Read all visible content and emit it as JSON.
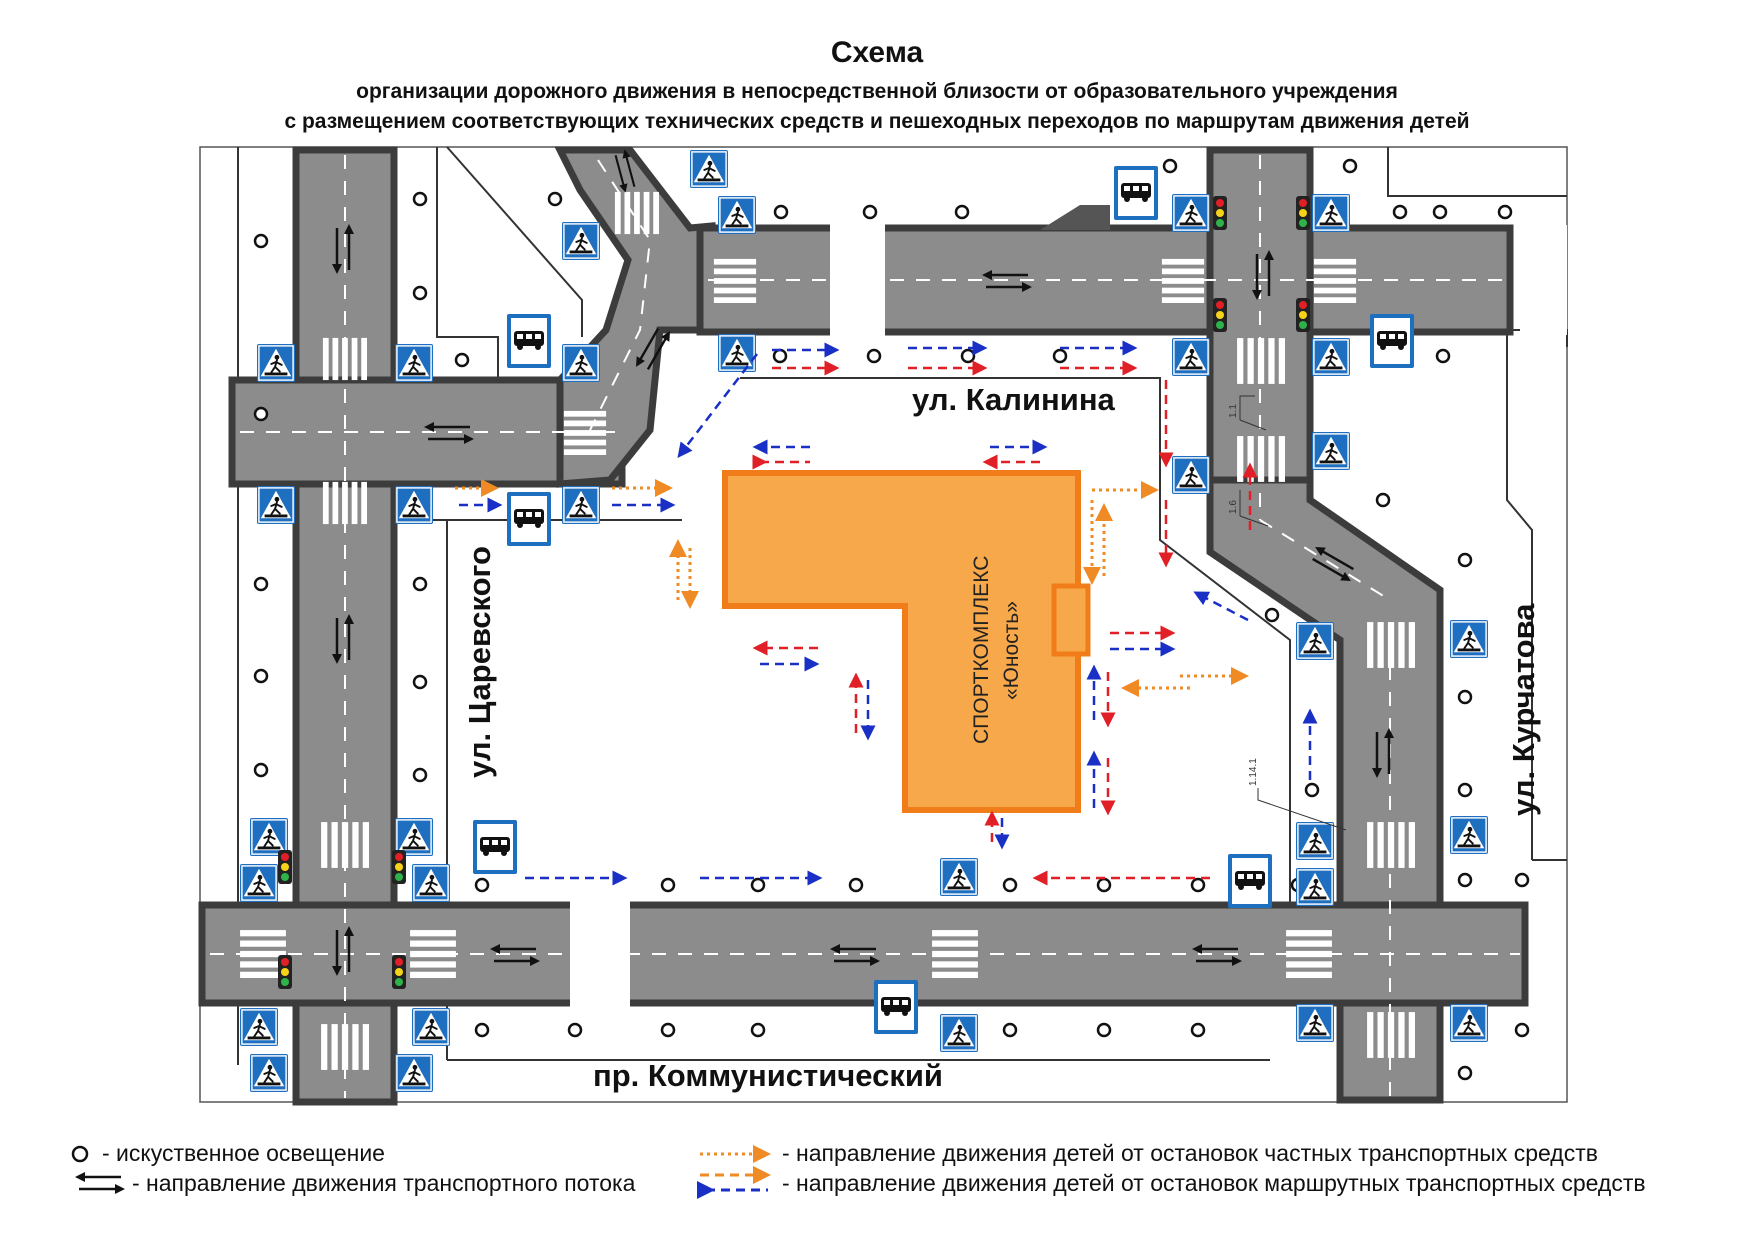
{
  "header": {
    "title": "Схема",
    "subtitle_line1": "организации дорожного движения в непосредственной близости от образовательного учреждения",
    "subtitle_line2": "с размещением соответствующих технических средств и пешеходных переходов по маршрутам движения детей"
  },
  "streets": {
    "kalinina": "ул. Калинина",
    "tsarevskogo": "ул. Царевского",
    "kurchatova": "ул. Курчатова",
    "kommunistichesky": "пр. Коммунистический"
  },
  "building": {
    "line1": "СПОРТКОМПЛЕКС",
    "line2": "«Юность»"
  },
  "markings": {
    "m1": "1.1",
    "m2": "1.6",
    "m3": "1.14.1"
  },
  "legend": {
    "lighting": "- искуственное освещение",
    "traffic_flow": "- направление движения транспортного потока",
    "children_private": "- направление движения детей от остановок частных транспортных средств",
    "children_route": "- направление движения детей от остановок маршрутных транспортных средств"
  },
  "colors": {
    "road": "#8c8c8c",
    "road_edge": "#3c3c3c",
    "building_fill": "#f7a84a",
    "building_stroke": "#f07d19",
    "sign_blue": "#1f6fc0",
    "arrow_red": "#e01f26",
    "arrow_blue": "#1a2fc6",
    "arrow_orange": "#f08a24"
  },
  "icons": [
    "pedestrian-crossing-sign-icon",
    "bus-stop-sign-icon",
    "traffic-light-icon",
    "street-lamp-icon",
    "two-way-traffic-arrows-icon"
  ]
}
